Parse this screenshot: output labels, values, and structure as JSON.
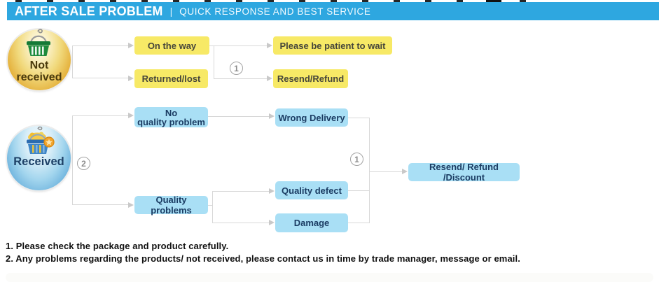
{
  "header": {
    "title": "AFTER SALE PROBLEM",
    "separator": "|",
    "subtitle": "QUICK RESPONSE AND BEST SERVICE"
  },
  "flow": {
    "not_received": {
      "label_line1": "Not",
      "label_line2": "received",
      "icon": "green-shopping-basket-icon",
      "options": [
        {
          "label": "On the way"
        },
        {
          "label": "Returned/lost"
        }
      ],
      "marker": "1",
      "results": [
        {
          "label": "Please be patient to wait"
        },
        {
          "label": "Resend/Refund"
        }
      ]
    },
    "received": {
      "label": "Received",
      "icon": "blue-shopping-basket-coin-icon",
      "marker_before": "2",
      "options": [
        {
          "label_line1": "No",
          "label_line2": "quality problem"
        },
        {
          "label": "Quality problems"
        }
      ],
      "issues": [
        {
          "label": "Wrong Delivery"
        },
        {
          "label": "Quality defect"
        },
        {
          "label": "Damage"
        }
      ],
      "marker_after": "1",
      "result": {
        "label": "Resend/ Refund /Discount"
      }
    }
  },
  "notes": {
    "line1": "1. Please check the package and product carefully.",
    "line2": "2. Any problems regarding the products/ not received, please contact us in time by trade manager, message or email."
  },
  "colors": {
    "header_bg": "#2EA7E0",
    "yellow_box": "#F7E966",
    "blue_box": "#A9DFF5",
    "connector": "#D8D8D8",
    "gold_sphere": "#E5B23E",
    "blue_sphere": "#63ACDA"
  }
}
